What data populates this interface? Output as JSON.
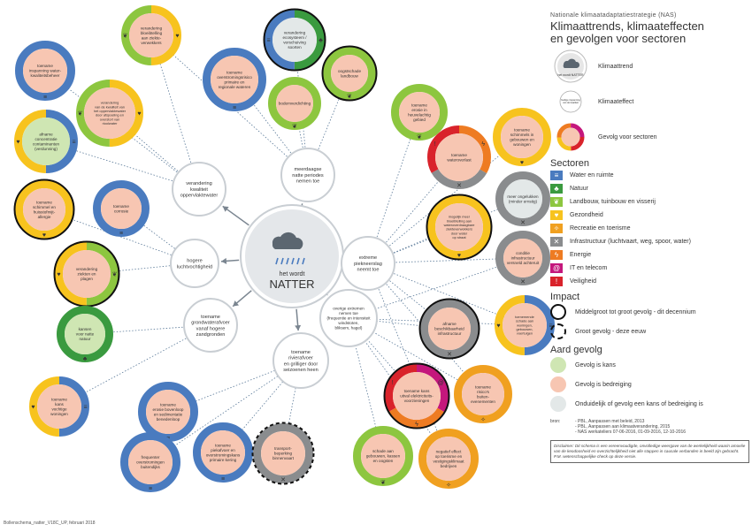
{
  "footer": "Bollenschema_natter_V18C_UP, februari 2018",
  "center": {
    "line1": "het wordt",
    "line2": "NATTER"
  },
  "trends": [
    {
      "id": "t1",
      "lines": [
        "meerdaagse",
        "natte periodes",
        "nemen toe"
      ]
    },
    {
      "id": "t2",
      "lines": [
        "verandering",
        "kwaliteit",
        "oppervlaktewater"
      ]
    },
    {
      "id": "t3",
      "lines": [
        "hogere",
        "luchtvochtigheid"
      ]
    },
    {
      "id": "t4",
      "lines": [
        "toename",
        "grondwaterafvoer",
        "vanaf hogere",
        "zandgronden"
      ]
    },
    {
      "id": "t5",
      "lines": [
        "toename",
        "rivierafvoer",
        "en grilliger door",
        "seizoenen heen"
      ]
    },
    {
      "id": "t6",
      "lines": [
        "overige extremen",
        "nemen toe",
        "(frequentie en intensiteit",
        "windstoten,",
        "bliksem, hagel)"
      ]
    },
    {
      "id": "t7",
      "lines": [
        "extreme",
        "piekneerslag",
        "neemt toe"
      ]
    }
  ],
  "effects": [
    {
      "id": "e1",
      "lines": [
        "toename",
        "inspanning water-",
        "kwaliteitsbeheer"
      ]
    },
    {
      "id": "e2",
      "lines": [
        "verandering",
        "bloeibtelling",
        "aan ziekte-",
        "verwekkers"
      ]
    },
    {
      "id": "e3",
      "lines": [
        "toename",
        "overstromingsrisico",
        "primaire en",
        "regionale wateren"
      ]
    },
    {
      "id": "e4",
      "lines": [
        "verandering",
        "ecosysteem /",
        "verschuiving",
        "soorten"
      ]
    },
    {
      "id": "e5",
      "lines": [
        "oogstschade",
        "landbouw"
      ]
    },
    {
      "id": "e6",
      "lines": [
        "bodemverdichting"
      ]
    },
    {
      "id": "e7",
      "lines": [
        "verandering",
        "van de kwaliteit van",
        "het oppervlaktewater",
        "door afspoeling en",
        "overstort van",
        "rioolwater"
      ]
    },
    {
      "id": "e8",
      "lines": [
        "afname",
        "concentratie",
        "contaminanten",
        "(verdunning)"
      ]
    },
    {
      "id": "e9",
      "lines": [
        "toename",
        "erosie in",
        "heuvelachtig",
        "gebied"
      ]
    },
    {
      "id": "e10",
      "lines": [
        "toename",
        "schimmels in",
        "gebouwen en",
        "woningen"
      ]
    },
    {
      "id": "e11",
      "lines": [
        "toename",
        "wateroverlast"
      ]
    },
    {
      "id": "e12",
      "lines": [
        "meer ongelukken",
        "(minder ernstig)"
      ]
    },
    {
      "id": "e13",
      "lines": [
        "toename",
        "schimmel en",
        "huisstofmijt-",
        "allergie"
      ]
    },
    {
      "id": "e14",
      "lines": [
        "toename",
        "corrosie"
      ]
    },
    {
      "id": "e15",
      "lines": [
        "mogelijk meer",
        "bloeibtelling aan",
        "wateroverdraagbare",
        "ziekteverwekkers",
        "door water",
        "op straat"
      ]
    },
    {
      "id": "e16",
      "lines": [
        "conditie",
        "infrastructuur",
        "versneld achteruit"
      ]
    },
    {
      "id": "e17",
      "lines": [
        "verandering",
        "ziekten en",
        "plagen"
      ]
    },
    {
      "id": "e18",
      "lines": [
        "kansen",
        "voor natte",
        "natuur"
      ]
    },
    {
      "id": "e19",
      "lines": [
        "afname",
        "beschikbaarheid",
        "infrastructuur"
      ]
    },
    {
      "id": "e20",
      "lines": [
        "toenemende",
        "schade aan",
        "woningen,",
        "gebouwen,",
        "voertuigen"
      ]
    },
    {
      "id": "e21",
      "lines": [
        "toename",
        "kans",
        "vochtige",
        "woningen"
      ]
    },
    {
      "id": "e22",
      "lines": [
        "toename",
        "erosie bovenloop",
        "en sedimentatie",
        "benedenloop"
      ]
    },
    {
      "id": "e23",
      "lines": [
        "toename kans",
        "uitval elektriciteits-",
        "voorzieningen"
      ]
    },
    {
      "id": "e24",
      "lines": [
        "toename",
        "risico's",
        "buiten-",
        "evenementen"
      ]
    },
    {
      "id": "e25",
      "lines": [
        "toename",
        "piekafvoer en",
        "overstromingskans",
        "primaire kering"
      ]
    },
    {
      "id": "e26",
      "lines": [
        "transport-",
        "beperking",
        "binnenvaart"
      ]
    },
    {
      "id": "e27",
      "lines": [
        "frequenter",
        "overstromingen",
        "buitendijks"
      ]
    },
    {
      "id": "e28",
      "lines": [
        "schade aan",
        "gebouwen, kassen",
        "en oogsten"
      ]
    },
    {
      "id": "e29",
      "lines": [
        "negatief effect",
        "op toerisme en",
        "vestigingsklimaat",
        "bedrijven"
      ]
    }
  ],
  "legend": {
    "subtitle": "Nationale klimaatadaptatiestrategie (NAS)",
    "title_lines": [
      "Klimaattrends, klimaateffecten",
      "en gevolgen voor sectoren"
    ],
    "key": [
      {
        "label": "Klimaattrend",
        "sample": "het wordt NATTER"
      },
      {
        "label": "Klimaateffect",
        "sample": "huidige inspanning van de kwaliteit"
      },
      {
        "label": "Gevolg voor sectoren",
        "sample": "gevolg"
      }
    ],
    "sectoren_heading": "Sectoren",
    "sectoren": [
      {
        "label": "Water en ruimte",
        "color": "#4a7bbf",
        "icon": "≡"
      },
      {
        "label": "Natuur",
        "color": "#3a9a3f",
        "icon": "♣"
      },
      {
        "label": "Landbouw, tuinbouw en visserij",
        "color": "#8dc63f",
        "icon": "❦"
      },
      {
        "label": "Gezondheid",
        "color": "#f7c31e",
        "icon": "♥"
      },
      {
        "label": "Recreatie en toerisme",
        "color": "#f0a020",
        "icon": "✧"
      },
      {
        "label": "Infrastructuur (luchtvaart, weg, spoor, water)",
        "color": "#8a8c8e",
        "icon": "✕"
      },
      {
        "label": "Energie",
        "color": "#ee7b22",
        "icon": "ϟ"
      },
      {
        "label": "IT en telecom",
        "color": "#c4177c",
        "icon": "@"
      },
      {
        "label": "Veiligheid",
        "color": "#d9232b",
        "icon": "!"
      }
    ],
    "impact_heading": "Impact",
    "impact": [
      {
        "label": "Middelgroot tot groot gevolg - dit decennium",
        "style": "solid"
      },
      {
        "label": "Groot gevolg - deze eeuw",
        "style": "dashed"
      }
    ],
    "aard_heading": "Aard gevolg",
    "aard": [
      {
        "label": "Gevolg is kans",
        "color": "#cfe6b3"
      },
      {
        "label": "Gevolg is bedreiging",
        "color": "#f7c6b2"
      },
      {
        "label": "Onduidelijk of gevolg een kans of bedreiging is",
        "color": "#e3e8e8"
      }
    ],
    "sources_label": "bron:",
    "sources": [
      "- PBL, Aanpassen met beleid, 2013",
      "- PBL, Aanpassen aan klimaatverandering, 2015",
      "- NAS werkateliers 07-06-2016, 01-09-2016, 12-10-2016"
    ],
    "disclaimer": "Disclaimer: Dit schema is een vereenvoudigde, onvolledige weergave van de werkelijkheid waarin amoelie van de keodoosheid en overzichtelijkheid niet alle stappen in causale verbanden in beeld zijn gebracht. P.M. wetenschappelijke check op deze versie."
  },
  "colors": {
    "water": "#4a7bbf",
    "natuur": "#3a9a3f",
    "landbouw": "#8dc63f",
    "gezondheid": "#f7c31e",
    "recreatie": "#f0a020",
    "infra": "#8a8c8e",
    "energie": "#ee7b22",
    "it": "#c4177c",
    "veiligheid": "#d9232b",
    "kans": "#cfe6b3",
    "bedreiging": "#f7c6b2",
    "onduidelijk": "#e3e8e8"
  }
}
